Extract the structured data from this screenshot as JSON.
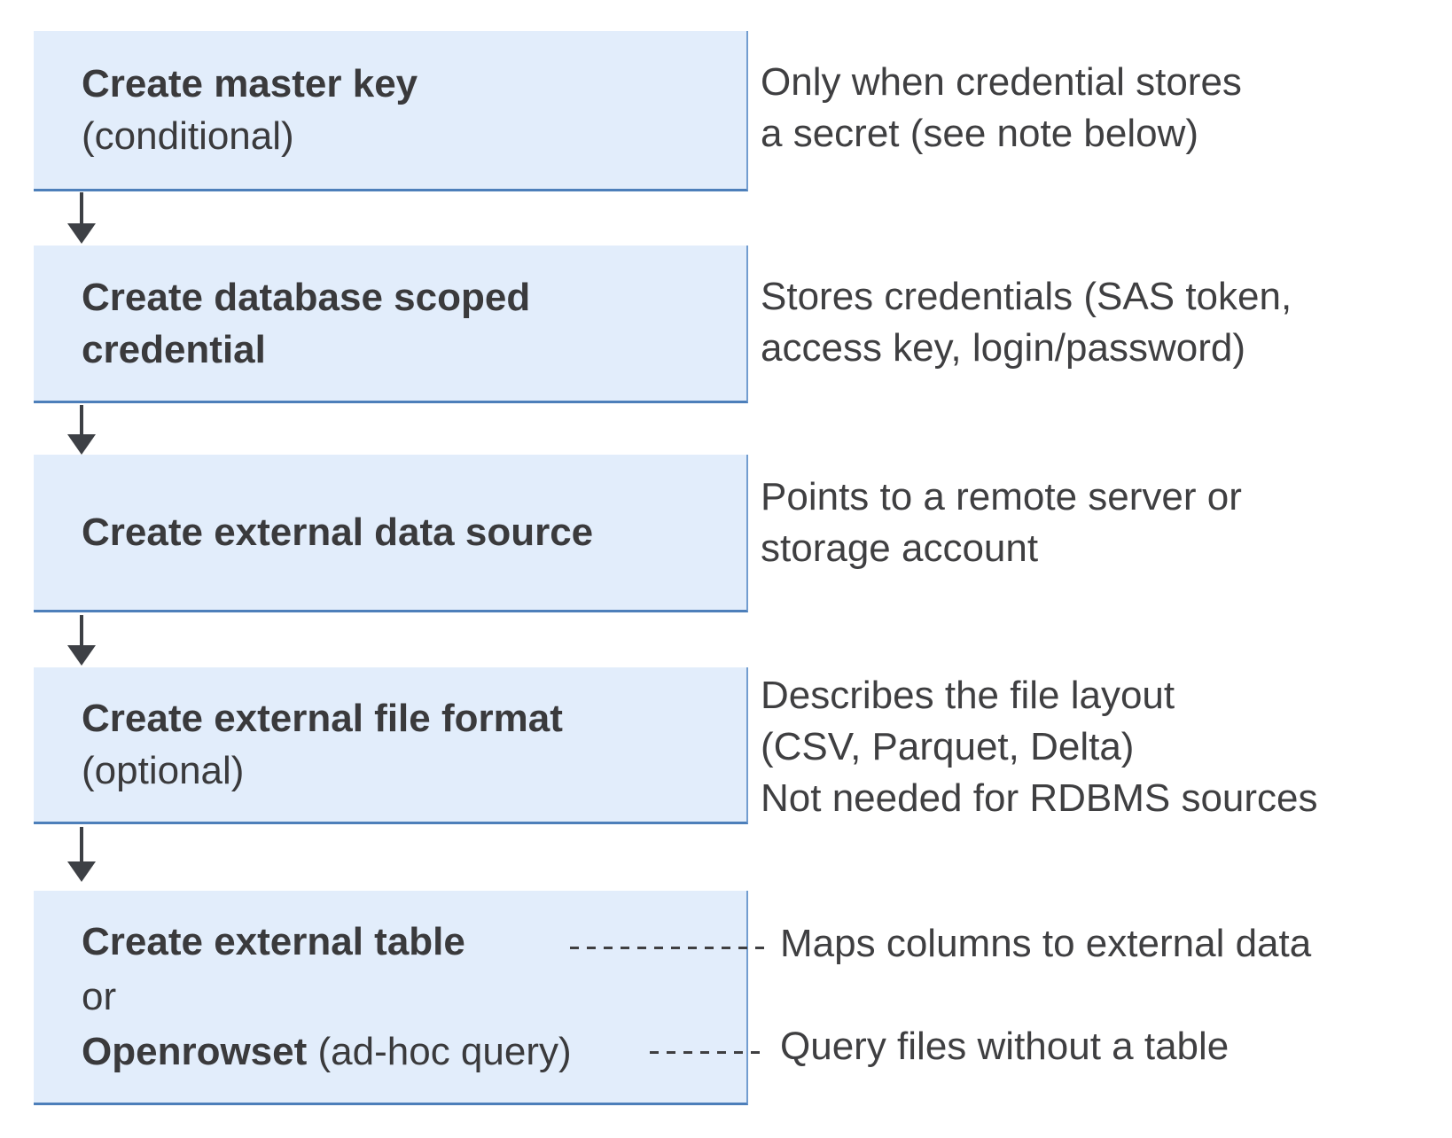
{
  "diagram": {
    "boxes": [
      {
        "title_lines": [
          "Create master key"
        ],
        "subtitle": "(conditional)",
        "note_lines": [
          "Only when credential stores",
          "a secret (see note below)"
        ]
      },
      {
        "title_lines": [
          "Create database scoped",
          "credential"
        ],
        "subtitle": "",
        "note_lines": [
          "Stores credentials (SAS token,",
          "access key, login/password)"
        ]
      },
      {
        "title_lines": [
          "Create external data source"
        ],
        "subtitle": "",
        "note_lines": [
          "Points to a remote server or",
          "storage account"
        ]
      },
      {
        "title_lines": [
          "Create external file format"
        ],
        "subtitle": "(optional)",
        "note_lines": [
          "Describes the file layout",
          "(CSV, Parquet, Delta)",
          "Not needed for RDBMS sources"
        ]
      },
      {
        "title": "Create external table",
        "or_label": "or",
        "alt_title": "Openrowset",
        "alt_suffix": " (ad-hoc query)",
        "note_table": "Maps columns to external data",
        "note_openrowset": "Query files without a table"
      }
    ],
    "colors": {
      "box_fill": "#e2edfb",
      "box_border_bottom": "#4d7fba",
      "box_border_right": "#729dd0",
      "arrow": "#3d4045",
      "text": "#3a3a3c"
    }
  }
}
